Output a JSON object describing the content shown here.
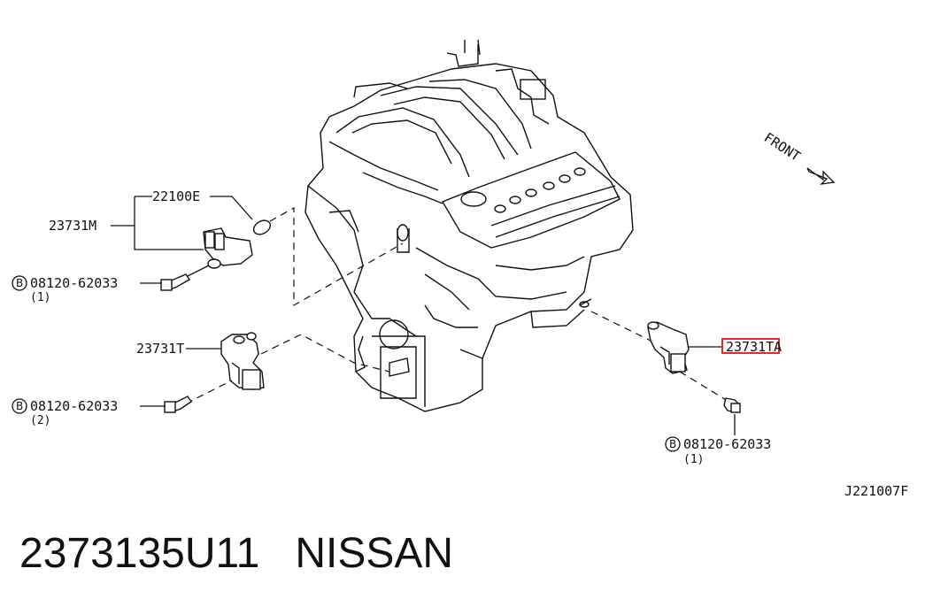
{
  "diagram": {
    "front_label": "FRONT",
    "code": "J221007F",
    "bolt_symbol": "B",
    "parts": [
      {
        "id": "22100E",
        "label": "22100E"
      },
      {
        "id": "23731M",
        "label": "23731M"
      },
      {
        "id": "bolt_1",
        "label": "08120-62033",
        "qty": "(1)"
      },
      {
        "id": "23731T",
        "label": "23731T"
      },
      {
        "id": "bolt_2",
        "label": "08120-62033",
        "qty": "(2)"
      },
      {
        "id": "23731TA",
        "label": "23731TA",
        "highlight": "#e8262a"
      },
      {
        "id": "bolt_3",
        "label": "08120-62033",
        "qty": "(1)"
      }
    ]
  },
  "caption": {
    "part_number": "2373135U11",
    "brand": "NISSAN"
  }
}
